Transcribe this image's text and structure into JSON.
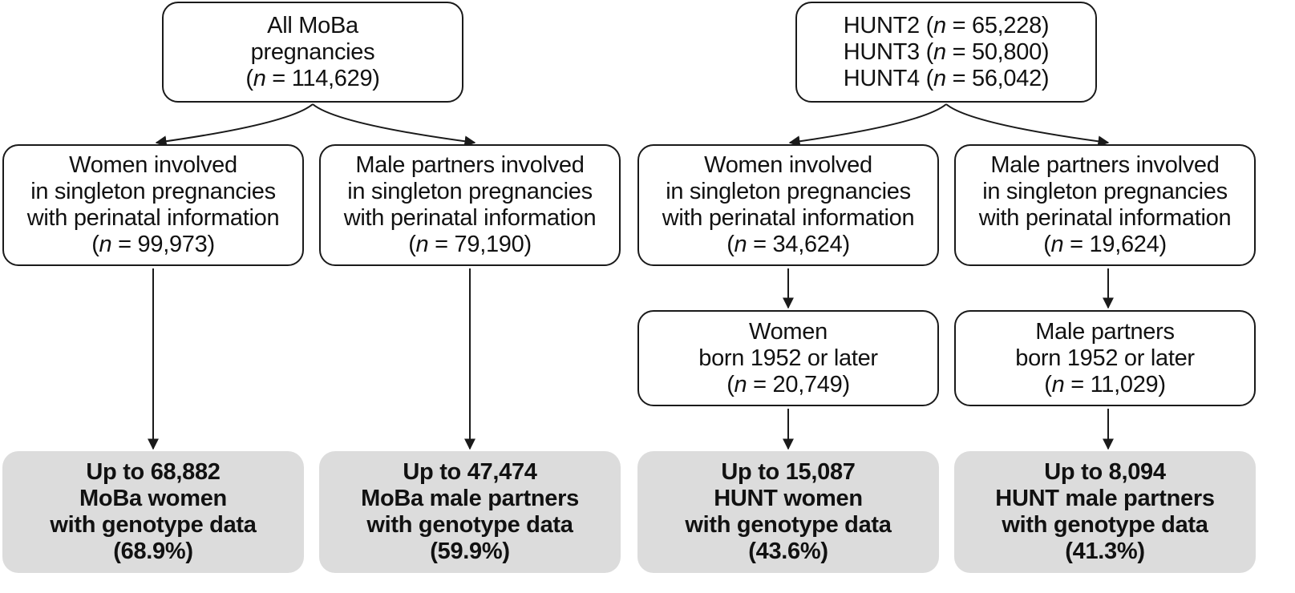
{
  "moba": {
    "root": {
      "lines": [
        "All MoBa",
        "pregnancies"
      ],
      "count_prefix": "(",
      "n": "n",
      "count_value": " = 114,629)"
    },
    "women": {
      "lines": [
        "Women involved",
        "in singleton pregnancies",
        "with perinatal information"
      ],
      "count_prefix": "(",
      "n": "n",
      "count_value": " = 99,973)"
    },
    "men": {
      "lines": [
        "Male partners involved",
        "in singleton pregnancies",
        "with perinatal information"
      ],
      "count_prefix": "(",
      "n": "n",
      "count_value": " = 79,190)"
    },
    "women_result": {
      "lines": [
        "Up to 68,882",
        "MoBa women",
        "with genotype data",
        "(68.9%)"
      ]
    },
    "men_result": {
      "lines": [
        "Up to 47,474",
        "MoBa male partners",
        "with genotype data",
        "(59.9%)"
      ]
    }
  },
  "hunt": {
    "root": {
      "rows": [
        {
          "prefix": "HUNT2 (",
          "n": "n",
          "value": " = 65,228)"
        },
        {
          "prefix": "HUNT3 (",
          "n": "n",
          "value": " = 50,800)"
        },
        {
          "prefix": "HUNT4 (",
          "n": "n",
          "value": " = 56,042)"
        }
      ]
    },
    "women": {
      "lines": [
        "Women involved",
        "in singleton pregnancies",
        "with perinatal information"
      ],
      "count_prefix": "(",
      "n": "n",
      "count_value": " = 34,624)"
    },
    "men": {
      "lines": [
        "Male partners involved",
        "in singleton pregnancies",
        "with perinatal information"
      ],
      "count_prefix": "(",
      "n": "n",
      "count_value": " = 19,624)"
    },
    "women_born": {
      "lines": [
        "Women",
        "born 1952 or later"
      ],
      "count_prefix": "(",
      "n": "n",
      "count_value": " = 20,749)"
    },
    "men_born": {
      "lines": [
        "Male partners",
        "born 1952 or later"
      ],
      "count_prefix": "(",
      "n": "n",
      "count_value": " = 11,029)"
    },
    "women_result": {
      "lines": [
        "Up to 15,087",
        "HUNT women",
        "with genotype data",
        "(43.6%)"
      ]
    },
    "men_result": {
      "lines": [
        "Up to 8,094",
        "HUNT male partners",
        "with genotype data",
        "(41.3%)"
      ]
    }
  },
  "colors": {
    "stroke": "#1a1a1a",
    "result_fill": "#dcdcdc",
    "box_fill": "#ffffff"
  }
}
